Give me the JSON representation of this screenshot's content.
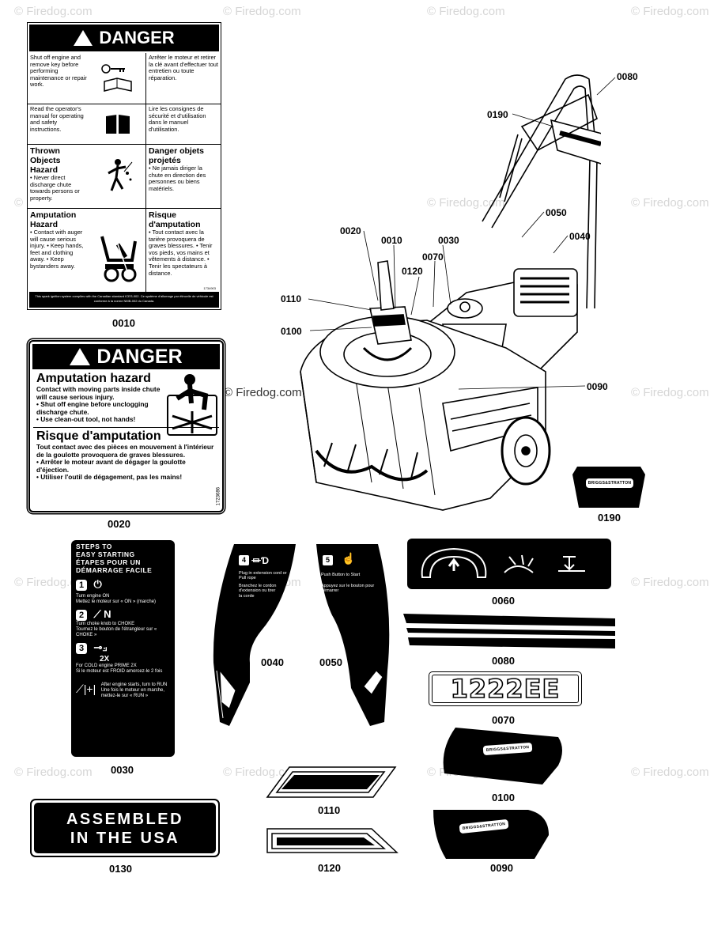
{
  "watermark": "© Firedog.com",
  "center_watermark": "© Firedog.com",
  "decal_0010": {
    "header": "DANGER",
    "rows": [
      {
        "en": "Shut off engine and remove key before performing maintenance or repair work.",
        "fr": "Arrêter le moteur et retirer la clé avant d'effectuer tout entretien ou toute réparation."
      },
      {
        "en": "Read the operator's manual for operating and safety instructions.",
        "fr": "Lire les consignes de sécurité et d'utilisation dans le manuel d'utilisation."
      },
      {
        "en_title": "Thrown Objects Hazard",
        "en": "• Never direct discharge chute towards persons or property.",
        "fr_title": "Danger objets projetés",
        "fr": "• Ne jamais diriger la chute en direction des personnes ou biens matériels."
      },
      {
        "en_title": "Amputation Hazard",
        "en": "• Contact with auger will cause serious injury. • Keep hands, feet and clothing away. • Keep bystanders away.",
        "fr_title": "Risque d'amputation",
        "fr": "• Tout contact avec la tarière provoquera de graves blessures. • Tenir vos pieds, vos mains et vêtements à distance. • Tenir les spectateurs à distance."
      }
    ],
    "footer": "This spark ignition system complies with the Canadian standard ICES-002. Ce système d'allumage par étincelle de véhicule est conforme à la norme NMB-002 du Canada.",
    "code": "1734903"
  },
  "decal_0020": {
    "header": "DANGER",
    "en_title": "Amputation hazard",
    "en_text": "Contact with moving parts inside chute will cause serious injury.",
    "en_bullets": [
      "• Shut off engine before unclogging discharge chute.",
      "• Use clean-out tool, not hands!"
    ],
    "fr_title": "Risque d'amputation",
    "fr_text": "Tout contact avec des pièces en mouvement à l'intérieur de la goulotte provoquera de graves blessures.",
    "fr_bullets": [
      "• Arrêter le moteur avant de dégager la goulotte d'éjection.",
      "• Utiliser l'outil de dégagement, pas les mains!"
    ],
    "code": "1723686"
  },
  "decal_0030": {
    "title": [
      "STEPS TO",
      "EASY STARTING",
      "ÉTAPES POUR UN",
      "DÉMARRAGE FACILE"
    ],
    "steps": [
      {
        "num": "1",
        "en": "Turn engine ON",
        "fr": "Mettez le moteur sur « ON » (marche)"
      },
      {
        "num": "2",
        "en": "Turn choke knob to CHOKE",
        "fr": "Tournez le bouton de l'étrangleur sur « CHOKE »"
      },
      {
        "num": "3",
        "extra": "2X",
        "en": "For COLD engine PRIME 2X",
        "fr": "Si le moteur est FROID amorcez-le 2 fois"
      }
    ],
    "after_en": "After engine starts, turn to RUN",
    "after_fr": "Une fois le moteur en marche, mettez-le sur « RUN »"
  },
  "decal_0040": {
    "num": "4",
    "en": "Plug in extension cord or Pull rope",
    "fr": "Branchez le cordon d'extension ou tirer la corde"
  },
  "decal_0050": {
    "num": "5",
    "en": "Push Button to Start",
    "fr": "Appuyez sur le bouton pour démarrer"
  },
  "decal_0130": {
    "line1": "ASSEMBLED",
    "line2": "IN THE USA"
  },
  "decal_0070": {
    "text": "1222EE"
  },
  "brand_badge": "BRIGGS&STRATTON",
  "part_labels": {
    "p0010": "0010",
    "p0020": "0020",
    "p0030": "0030",
    "p0040": "0040",
    "p0050": "0050",
    "p0060": "0060",
    "p0070": "0070",
    "p0080": "0080",
    "p0090": "0090",
    "p0100": "0100",
    "p0110": "0110",
    "p0120": "0120",
    "p0130": "0130",
    "p0190": "0190"
  },
  "callouts": {
    "c0080": "0080",
    "c0190": "0190",
    "c0050": "0050",
    "c0040": "0040",
    "c0020": "0020",
    "c0010": "0010",
    "c0030": "0030",
    "c0070": "0070",
    "c0120": "0120",
    "c0110": "0110",
    "c0100": "0100",
    "c0090": "0090"
  }
}
